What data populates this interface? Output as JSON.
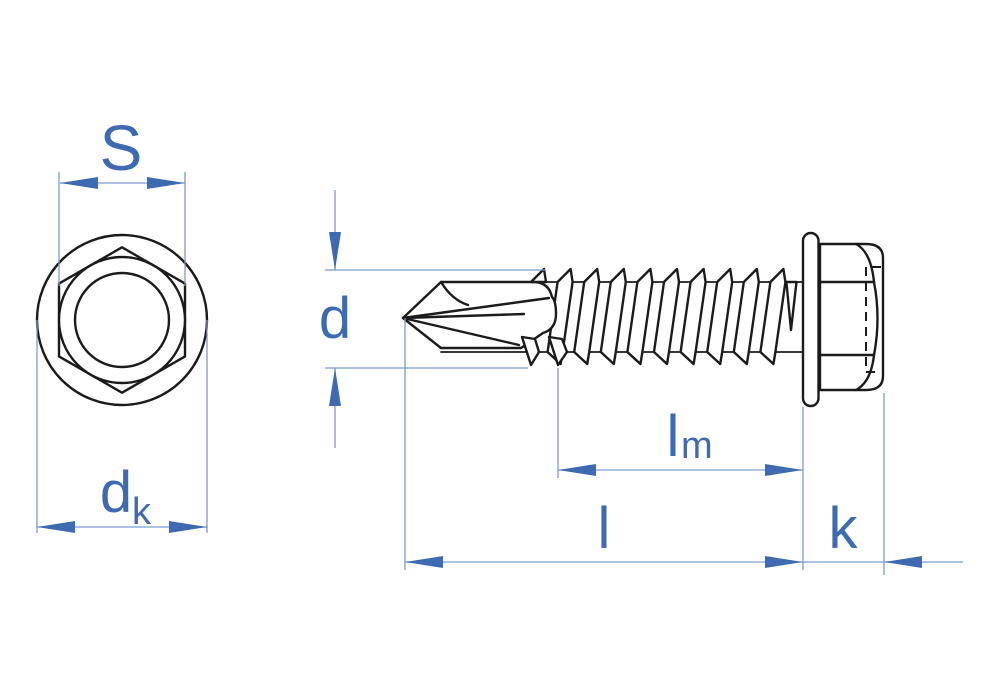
{
  "drawing": {
    "title": "Technical drawing of a self-drilling hex washer head screw",
    "views": {
      "front_view": "hex head front view with flange circle, hexagon and chamfer circles",
      "side_view": "side view with drill point, threaded shank, washer flange and hex head"
    }
  },
  "colors": {
    "dimension_accent_blue": "#3e6ab2",
    "dimension_line_blue": "#7b9ad2",
    "drawing_black": "#1b1b1b",
    "background": "#ffffff"
  },
  "dimensions": {
    "s": {
      "label": "S"
    },
    "dk": {
      "label": "d",
      "subscript": "k"
    },
    "d": {
      "label": "d"
    },
    "lm": {
      "label": "l",
      "subscript": "m"
    },
    "l": {
      "label": "l"
    },
    "k": {
      "label": "k"
    }
  }
}
